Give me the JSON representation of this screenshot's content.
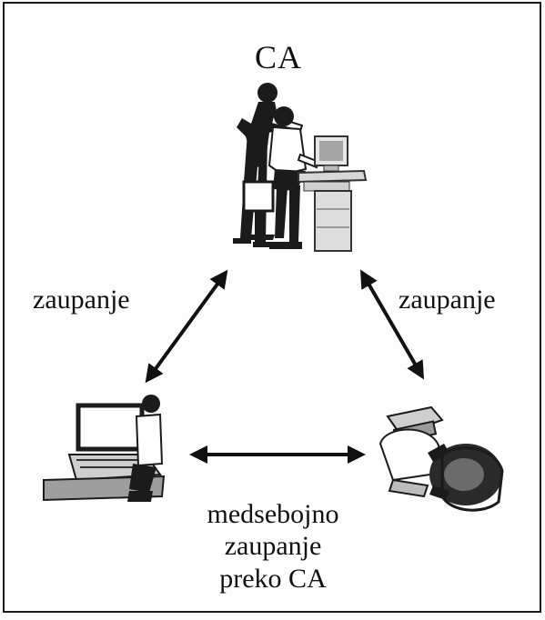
{
  "labels": {
    "top": "CA",
    "left_link": "zaupanje",
    "right_link": "zaupanje",
    "bottom_link": [
      "medsebojno",
      "zaupanje",
      "preko CA"
    ]
  },
  "nodes": [
    {
      "id": "ca",
      "icon": "people-at-computer-icon"
    },
    {
      "id": "left",
      "icon": "person-at-laptop-icon"
    },
    {
      "id": "right",
      "icon": "person-at-computer-overhead-icon"
    }
  ],
  "edges": [
    {
      "from": "ca",
      "to": "left",
      "label": "zaupanje",
      "direction": "both"
    },
    {
      "from": "ca",
      "to": "right",
      "label": "zaupanje",
      "direction": "both"
    },
    {
      "from": "left",
      "to": "right",
      "label": "medsebojno zaupanje preko CA",
      "direction": "both"
    }
  ],
  "colors": {
    "ink": "#111111",
    "frame": "#1a1a1a",
    "background": "#fdfdfd"
  }
}
